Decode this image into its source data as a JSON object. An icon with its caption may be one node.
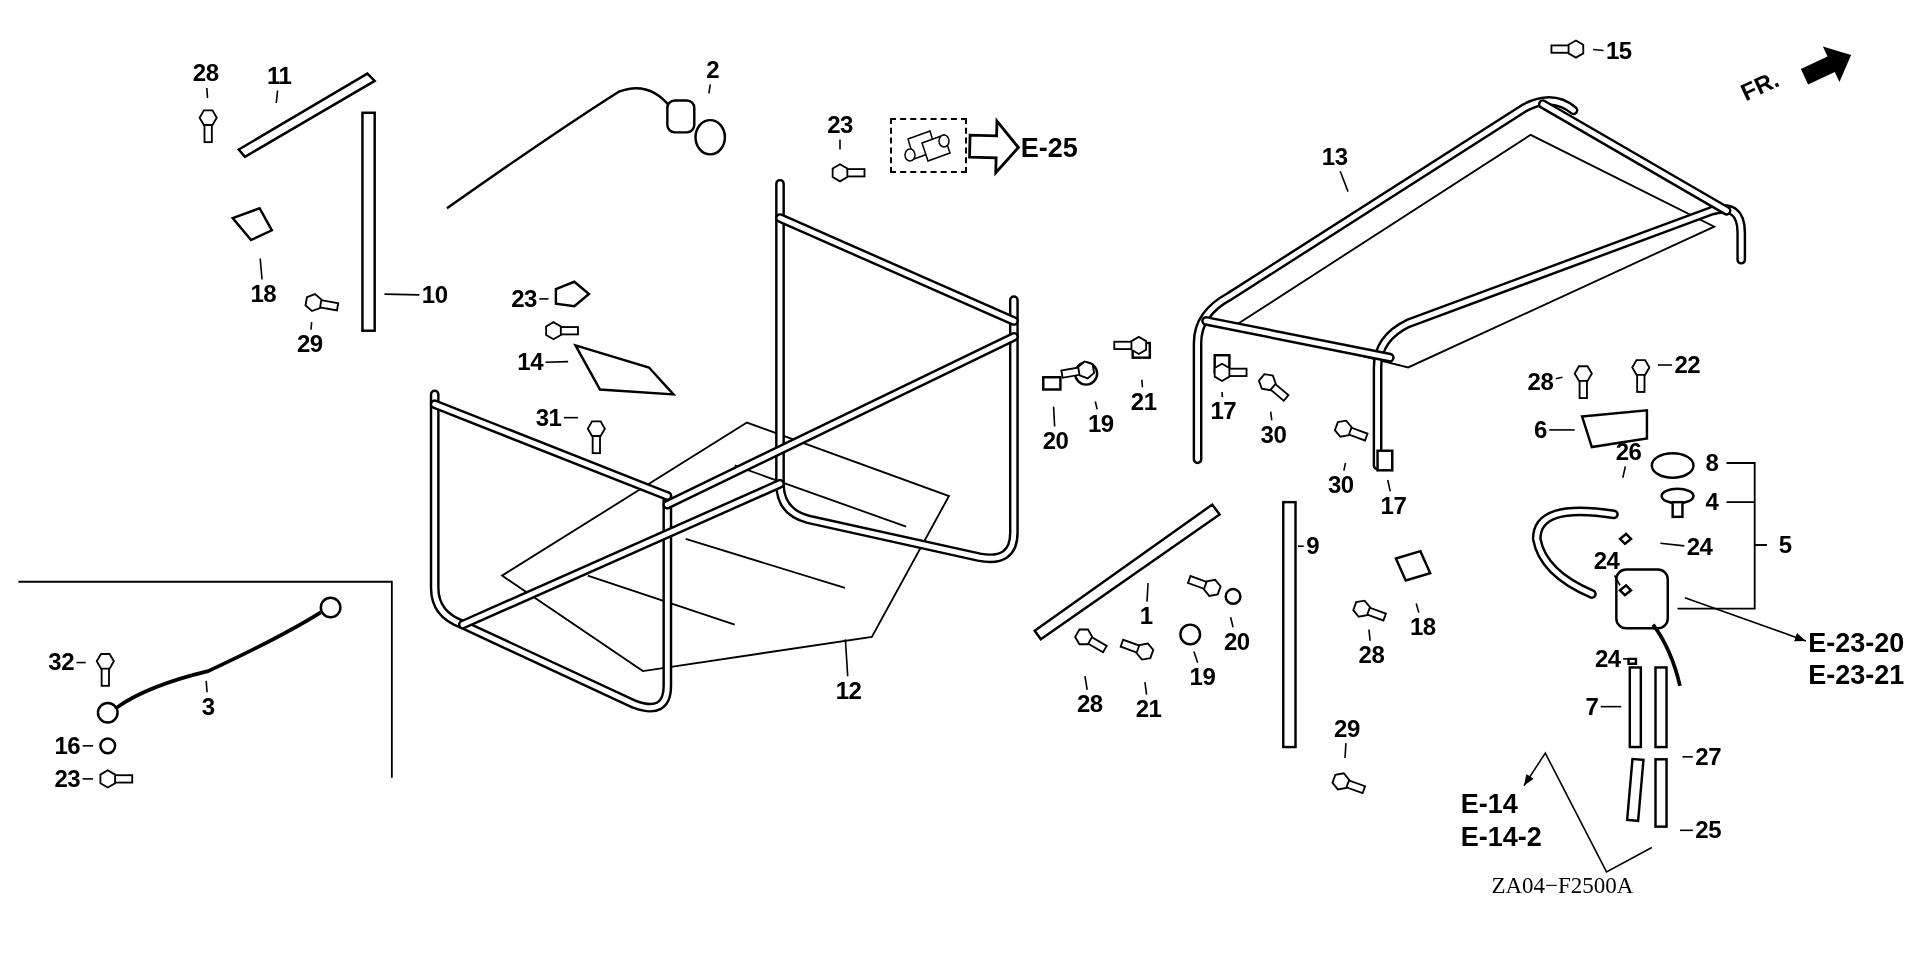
{
  "diagram": {
    "nodes": [
      {
        "text": [
          "28"
        ]
      },
      {
        "text": [
          "11"
        ]
      },
      {
        "text": [
          "2"
        ]
      },
      {
        "text": [
          "23"
        ]
      },
      {
        "text": [],
        "shape": "picture"
      },
      {
        "text": [
          "E-25"
        ]
      },
      {
        "text": [
          "15"
        ]
      },
      {
        "text": [
          "13"
        ]
      },
      {
        "text": [
          "18"
        ]
      },
      {
        "text": [
          "10"
        ]
      },
      {
        "text": [
          "23"
        ]
      },
      {
        "text": [
          "29"
        ]
      },
      {
        "text": [
          "14"
        ]
      },
      {
        "text": [
          "31"
        ]
      },
      {
        "text": [
          "21"
        ]
      },
      {
        "text": [
          "19"
        ]
      },
      {
        "text": [
          "20"
        ]
      },
      {
        "text": [
          "17"
        ]
      },
      {
        "text": [
          "30"
        ]
      },
      {
        "text": [
          "28"
        ]
      },
      {
        "text": [
          "22"
        ]
      },
      {
        "text": [
          "6"
        ]
      },
      {
        "text": [
          "8"
        ]
      },
      {
        "text": [
          "26"
        ]
      },
      {
        "text": [
          "4"
        ]
      },
      {
        "text": [
          "24"
        ]
      },
      {
        "text": [
          "5"
        ]
      },
      {
        "text": [
          "24"
        ]
      },
      {
        "text": [
          "30"
        ]
      },
      {
        "text": [
          "17"
        ]
      },
      {
        "text": [
          "9"
        ]
      },
      {
        "text": [
          "1"
        ]
      },
      {
        "text": [
          "18"
        ]
      },
      {
        "text": [
          "E-23-20",
          "E-23-21"
        ]
      },
      {
        "text": [
          "12"
        ]
      },
      {
        "text": [
          "32"
        ]
      },
      {
        "text": [
          "3"
        ]
      },
      {
        "text": [
          "16"
        ]
      },
      {
        "text": [
          "23"
        ]
      },
      {
        "text": [
          "28"
        ]
      },
      {
        "text": [
          "21"
        ]
      },
      {
        "text": [
          "19"
        ]
      },
      {
        "text": [
          "20"
        ]
      },
      {
        "text": [
          "28"
        ]
      },
      {
        "text": [
          "24"
        ]
      },
      {
        "text": [
          "7"
        ]
      },
      {
        "text": [
          "29"
        ]
      },
      {
        "text": [
          "27"
        ]
      },
      {
        "text": [
          "25"
        ]
      },
      {
        "text": [
          "E-14",
          "E-14-2"
        ]
      }
    ],
    "edges": [
      {
        "from": 0,
        "to": null,
        "arrow": "none"
      },
      {
        "from": 1,
        "to": null,
        "arrow": "none"
      },
      {
        "from": 2,
        "to": null,
        "arrow": "none"
      },
      {
        "from": 3,
        "to": null,
        "arrow": "none"
      },
      {
        "from": 4,
        "to": 5,
        "arrow": "to"
      },
      {
        "from": 6,
        "to": null,
        "arrow": "none"
      },
      {
        "from": 7,
        "to": null,
        "arrow": "none"
      },
      {
        "from": 8,
        "to": null,
        "arrow": "none"
      },
      {
        "from": 9,
        "to": null,
        "arrow": "none"
      },
      {
        "from": 10,
        "to": null,
        "arrow": "none"
      },
      {
        "from": 11,
        "to": null,
        "arrow": "none"
      },
      {
        "from": 12,
        "to": null,
        "arrow": "none"
      },
      {
        "from": 13,
        "to": null,
        "arrow": "none"
      },
      {
        "from": 14,
        "to": null,
        "arrow": "none"
      },
      {
        "from": 15,
        "to": null,
        "arrow": "none"
      },
      {
        "from": 16,
        "to": null,
        "arrow": "none"
      },
      {
        "from": 17,
        "to": null,
        "arrow": "none"
      },
      {
        "from": 18,
        "to": null,
        "arrow": "none"
      },
      {
        "from": 19,
        "to": null,
        "arrow": "none"
      },
      {
        "from": 20,
        "to": null,
        "arrow": "none"
      },
      {
        "from": 21,
        "to": null,
        "arrow": "none"
      },
      {
        "from": 23,
        "to": null,
        "arrow": "none"
      },
      {
        "from": 25,
        "to": null,
        "arrow": "none"
      },
      {
        "from": null,
        "to": 33,
        "arrow": "to"
      },
      {
        "from": 27,
        "to": null,
        "arrow": "none"
      },
      {
        "from": 28,
        "to": null,
        "arrow": "none"
      },
      {
        "from": 29,
        "to": null,
        "arrow": "none"
      },
      {
        "from": 30,
        "to": null,
        "arrow": "none"
      },
      {
        "from": 31,
        "to": null,
        "arrow": "none"
      },
      {
        "from": 32,
        "to": null,
        "arrow": "none"
      },
      {
        "from": 34,
        "to": null,
        "arrow": "none"
      },
      {
        "from": 35,
        "to": null,
        "arrow": "none"
      },
      {
        "from": 36,
        "to": null,
        "arrow": "none"
      },
      {
        "from": 37,
        "to": null,
        "arrow": "none"
      },
      {
        "from": 38,
        "to": null,
        "arrow": "none"
      },
      {
        "from": 39,
        "to": null,
        "arrow": "none"
      },
      {
        "from": 40,
        "to": null,
        "arrow": "none"
      },
      {
        "from": 41,
        "to": null,
        "arrow": "none"
      },
      {
        "from": 42,
        "to": null,
        "arrow": "none"
      },
      {
        "from": 43,
        "to": null,
        "arrow": "none"
      },
      {
        "from": 44,
        "to": null,
        "arrow": "none"
      },
      {
        "from": 45,
        "to": null,
        "arrow": "none"
      },
      {
        "from": 46,
        "to": null,
        "arrow": "none"
      },
      {
        "from": 47,
        "to": null,
        "arrow": "none"
      },
      {
        "from": 48,
        "to": null,
        "arrow": "none"
      },
      {
        "from": null,
        "to": 49,
        "arrow": "to"
      }
    ],
    "labels": [
      "FR.",
      "ZA04−F2500A"
    ]
  }
}
